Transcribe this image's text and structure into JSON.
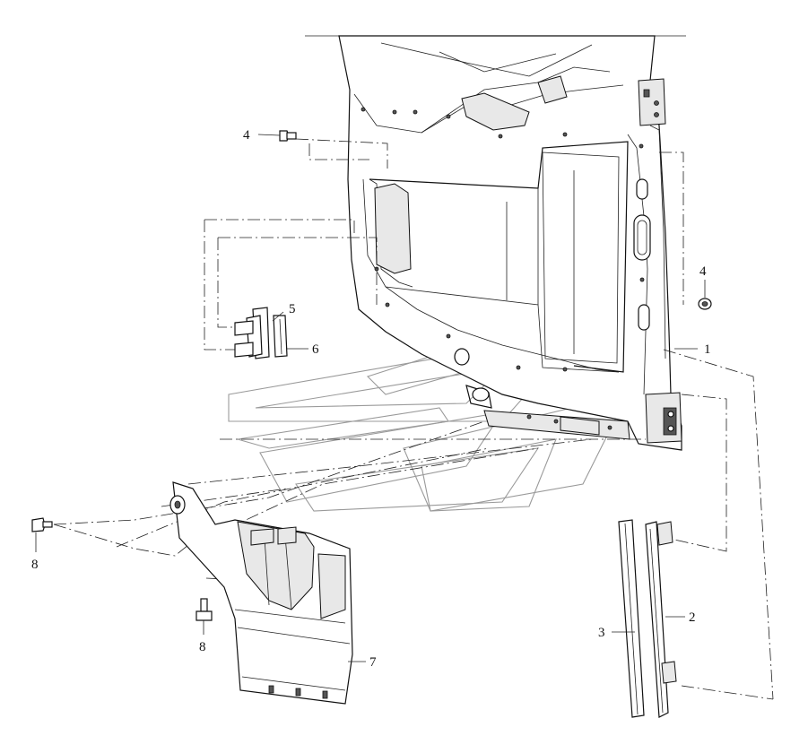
{
  "callouts": [
    {
      "id": "c1",
      "label": "1"
    },
    {
      "id": "c2",
      "label": "2"
    },
    {
      "id": "c3",
      "label": "3"
    },
    {
      "id": "c4a",
      "label": "4"
    },
    {
      "id": "c4b",
      "label": "4"
    },
    {
      "id": "c5",
      "label": "5"
    },
    {
      "id": "c6",
      "label": "6"
    },
    {
      "id": "c7",
      "label": "7"
    },
    {
      "id": "c8a",
      "label": "8"
    },
    {
      "id": "c8b",
      "label": "8"
    }
  ]
}
